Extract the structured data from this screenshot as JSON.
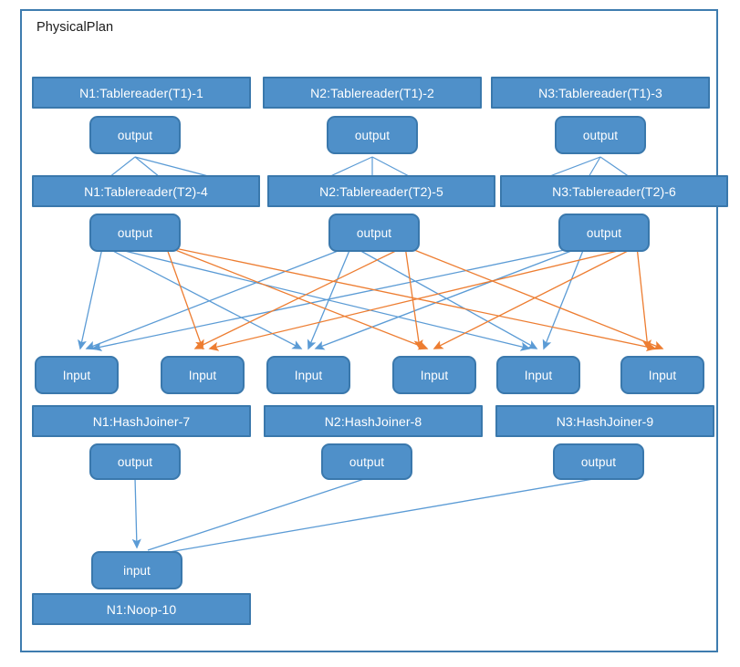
{
  "diagram": {
    "title": "PhysicalPlan",
    "type": "physical-query-plan-dag",
    "colors": {
      "node_fill": "#4F90C9",
      "node_border": "#3A78AC",
      "frame_border": "#3E7CAF",
      "edge_blue": "#5B9BD5",
      "edge_orange": "#ED7D31",
      "label_text": "#ffffff",
      "title_text": "#1a1a1a",
      "background": "#ffffff"
    },
    "rows": [
      {
        "row_name": "tablereader-t1-row",
        "nodes": [
          {
            "id": 1,
            "label": "N1:Tablereader(T1)-1",
            "port_label": "output",
            "port_kind": "output"
          },
          {
            "id": 2,
            "label": "N2:Tablereader(T1)-2",
            "port_label": "output",
            "port_kind": "output"
          },
          {
            "id": 3,
            "label": "N3:Tablereader(T1)-3",
            "port_label": "output",
            "port_kind": "output"
          }
        ]
      },
      {
        "row_name": "tablereader-t2-row",
        "nodes": [
          {
            "id": 4,
            "label": "N1:Tablereader(T2)-4",
            "port_label": "output",
            "port_kind": "output"
          },
          {
            "id": 5,
            "label": "N2:Tablereader(T2)-5",
            "port_label": "output",
            "port_kind": "output"
          },
          {
            "id": 6,
            "label": "N3:Tablereader(T2)-6",
            "port_label": "output",
            "port_kind": "output"
          }
        ]
      },
      {
        "row_name": "hashjoiner-row",
        "nodes": [
          {
            "id": 7,
            "label": "N1:HashJoiner-7",
            "inputs": [
              "Input",
              "Input"
            ],
            "port_label": "output",
            "port_kind": "output"
          },
          {
            "id": 8,
            "label": "N2:HashJoiner-8",
            "inputs": [
              "Input",
              "Input"
            ],
            "port_label": "output",
            "port_kind": "output"
          },
          {
            "id": 9,
            "label": "N3:HashJoiner-9",
            "inputs": [
              "Input",
              "Input"
            ],
            "port_label": "output",
            "port_kind": "output"
          }
        ]
      },
      {
        "row_name": "noop-row",
        "nodes": [
          {
            "id": 10,
            "label": "N1:Noop-10",
            "inputs": [
              "input"
            ]
          }
        ]
      }
    ],
    "labels": {
      "t1_n1": "N1:Tablereader(T1)-1",
      "t1_n2": "N2:Tablereader(T1)-2",
      "t1_n3": "N3:Tablereader(T1)-3",
      "t2_n1": "N1:Tablereader(T2)-4",
      "t2_n2": "N2:Tablereader(T2)-5",
      "t2_n3": "N3:Tablereader(T2)-6",
      "hj_n1": "N1:HashJoiner-7",
      "hj_n2": "N2:HashJoiner-8",
      "hj_n3": "N3:HashJoiner-9",
      "noop": "N1:Noop-10",
      "output": "output",
      "input_caps": "Input",
      "input_lower": "input"
    }
  }
}
